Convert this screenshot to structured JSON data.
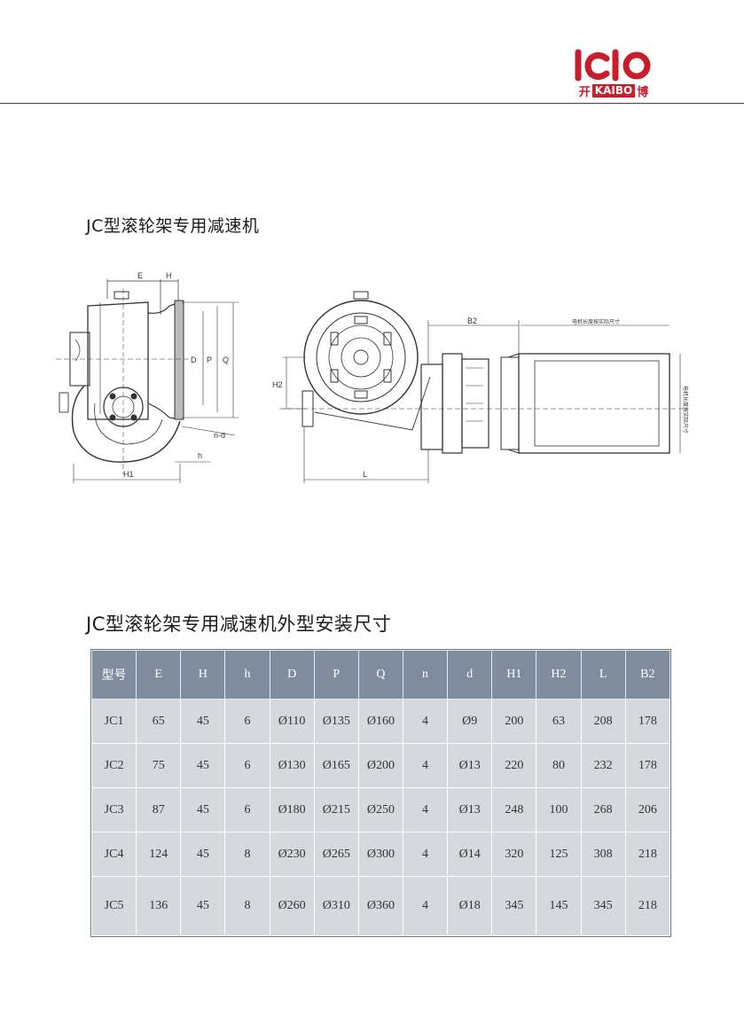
{
  "brand": {
    "logo_mark": "kcb",
    "logo_left": "开",
    "logo_middle": "KAIBO",
    "logo_right": "博",
    "colors": {
      "brand_red": "#c81d2a",
      "header_gray": "#7e8c9e",
      "cell_gray": "#d5d8dd"
    }
  },
  "section1": {
    "title": "JC型滚轮架专用减速机"
  },
  "drawing": {
    "labels": {
      "E": "E",
      "H": "H",
      "D": "D",
      "P": "P",
      "Q": "Q",
      "nd": "n-d",
      "h": "h",
      "H1": "H1",
      "H2": "H2",
      "L": "L",
      "B2": "B2",
      "motor_note_top": "电机长度按实际尺寸",
      "motor_note_side": "电机长度按实际尺寸"
    }
  },
  "section2": {
    "title": "JC型滚轮架专用减速机外型安装尺寸"
  },
  "table": {
    "headers": [
      "型号",
      "E",
      "H",
      "h",
      "D",
      "P",
      "Q",
      "n",
      "d",
      "H1",
      "H2",
      "L",
      "B2"
    ],
    "rows": [
      [
        "JC1",
        "65",
        "45",
        "6",
        "Ø110",
        "Ø135",
        "Ø160",
        "4",
        "Ø9",
        "200",
        "63",
        "208",
        "178"
      ],
      [
        "JC2",
        "75",
        "45",
        "6",
        "Ø130",
        "Ø165",
        "Ø200",
        "4",
        "Ø13",
        "220",
        "80",
        "232",
        "178"
      ],
      [
        "JC3",
        "87",
        "45",
        "6",
        "Ø180",
        "Ø215",
        "Ø250",
        "4",
        "Ø13",
        "248",
        "100",
        "268",
        "206"
      ],
      [
        "JC4",
        "124",
        "45",
        "8",
        "Ø230",
        "Ø265",
        "Ø300",
        "4",
        "Ø14",
        "320",
        "125",
        "308",
        "218"
      ],
      [
        "JC5",
        "136",
        "45",
        "8",
        "Ø260",
        "Ø310",
        "Ø360",
        "4",
        "Ø18",
        "345",
        "145",
        "345",
        "218"
      ]
    ]
  }
}
